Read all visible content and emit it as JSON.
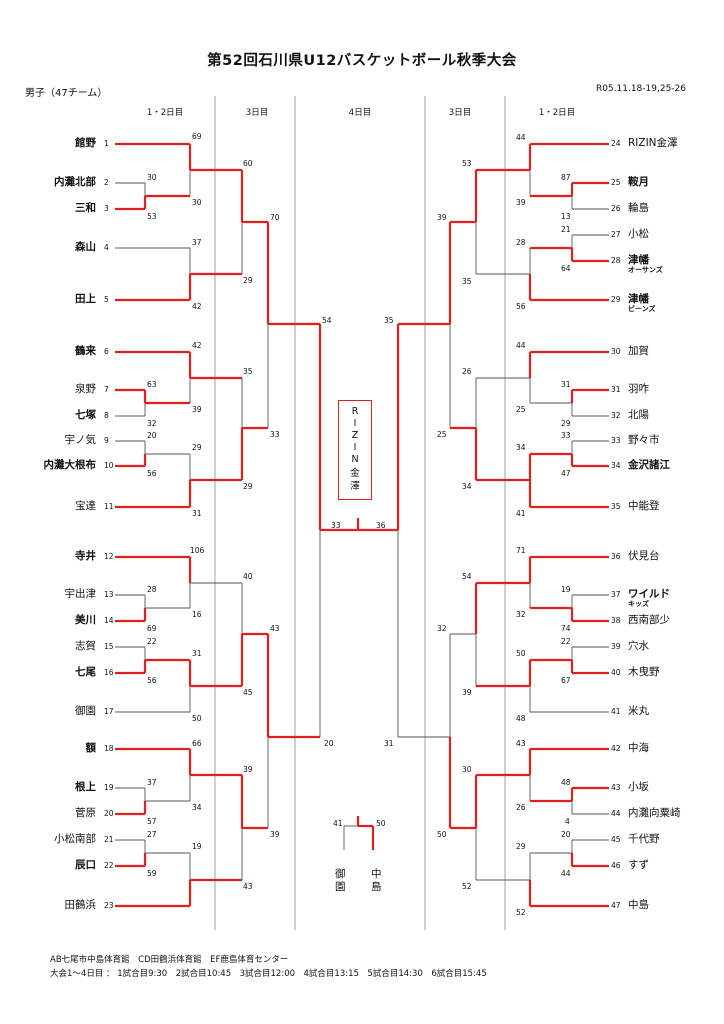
{
  "header": {
    "title": "第52回石川県U12バスケットボール秋季大会",
    "division": "男子（47チーム）",
    "dates": "R05.11.18-19,25-26"
  },
  "day_headers": [
    "1・2日目",
    "3日目",
    "4日目",
    "3日目",
    "1・2日目"
  ],
  "colors": {
    "winner_line": "#e02020",
    "line": "#555555",
    "divider": "#888888"
  },
  "teams_left": [
    {
      "no": "1",
      "name": "館野",
      "bold": true
    },
    {
      "no": "2",
      "name": "内灘北部",
      "bold": true
    },
    {
      "no": "3",
      "name": "三和",
      "bold": true
    },
    {
      "no": "4",
      "name": "森山",
      "bold": true
    },
    {
      "no": "5",
      "name": "田上",
      "bold": true
    },
    {
      "no": "6",
      "name": "鶴来",
      "bold": true
    },
    {
      "no": "7",
      "name": "泉野",
      "bold": false
    },
    {
      "no": "8",
      "name": "七塚",
      "bold": true
    },
    {
      "no": "9",
      "name": "宇ノ気",
      "bold": false
    },
    {
      "no": "10",
      "name": "内灘大根布",
      "bold": true
    },
    {
      "no": "11",
      "name": "宝達",
      "bold": false
    },
    {
      "no": "12",
      "name": "寺井",
      "bold": true
    },
    {
      "no": "13",
      "name": "宇出津",
      "bold": false
    },
    {
      "no": "14",
      "name": "美川",
      "bold": true
    },
    {
      "no": "15",
      "name": "志賀",
      "bold": false
    },
    {
      "no": "16",
      "name": "七尾",
      "bold": true
    },
    {
      "no": "17",
      "name": "御園",
      "bold": false
    },
    {
      "no": "18",
      "name": "額",
      "bold": true
    },
    {
      "no": "19",
      "name": "根上",
      "bold": true
    },
    {
      "no": "20",
      "name": "菅原",
      "bold": false
    },
    {
      "no": "21",
      "name": "小松南部",
      "bold": false
    },
    {
      "no": "22",
      "name": "辰口",
      "bold": true
    },
    {
      "no": "23",
      "name": "田鶴浜",
      "bold": false
    }
  ],
  "teams_right": [
    {
      "no": "24",
      "name": "RIZIN金澤",
      "sub": "",
      "bold": false
    },
    {
      "no": "25",
      "name": "鞍月",
      "sub": "",
      "bold": true
    },
    {
      "no": "26",
      "name": "輪島",
      "sub": "",
      "bold": false
    },
    {
      "no": "27",
      "name": "小松",
      "sub": "",
      "bold": false
    },
    {
      "no": "28",
      "name": "津幡",
      "sub": "オーサンズ",
      "bold": true
    },
    {
      "no": "29",
      "name": "津幡",
      "sub": "ビーンズ",
      "bold": true
    },
    {
      "no": "30",
      "name": "加賀",
      "sub": "",
      "bold": false
    },
    {
      "no": "31",
      "name": "羽咋",
      "sub": "",
      "bold": false
    },
    {
      "no": "32",
      "name": "北陽",
      "sub": "",
      "bold": false
    },
    {
      "no": "33",
      "name": "野々市",
      "sub": "",
      "bold": false
    },
    {
      "no": "34",
      "name": "金沢諸江",
      "sub": "",
      "bold": true
    },
    {
      "no": "35",
      "name": "中能登",
      "sub": "",
      "bold": false
    },
    {
      "no": "36",
      "name": "伏見台",
      "sub": "",
      "bold": false
    },
    {
      "no": "37",
      "name": "ワイルド",
      "sub": "キッズ",
      "bold": true
    },
    {
      "no": "38",
      "name": "西南部少",
      "sub": "",
      "bold": false
    },
    {
      "no": "39",
      "name": "穴水",
      "sub": "",
      "bold": false
    },
    {
      "no": "40",
      "name": "木曳野",
      "sub": "",
      "bold": false
    },
    {
      "no": "41",
      "name": "米丸",
      "sub": "",
      "bold": false
    },
    {
      "no": "42",
      "name": "中海",
      "sub": "",
      "bold": false
    },
    {
      "no": "43",
      "name": "小坂",
      "sub": "",
      "bold": false
    },
    {
      "no": "44",
      "name": "内灘向粟崎",
      "sub": "",
      "bold": false
    },
    {
      "no": "45",
      "name": "千代野",
      "sub": "",
      "bold": false
    },
    {
      "no": "46",
      "name": "すず",
      "sub": "",
      "bold": false
    },
    {
      "no": "47",
      "name": "中島",
      "sub": "",
      "bold": false
    }
  ],
  "scores": [
    "69",
    "30",
    "53",
    "30",
    "60",
    "37",
    "29",
    "42",
    "70",
    "54",
    "42",
    "63",
    "32",
    "39",
    "35",
    "20",
    "56",
    "29",
    "29",
    "31",
    "33",
    "106",
    "28",
    "69",
    "16",
    "40",
    "22",
    "56",
    "31",
    "50",
    "45",
    "43",
    "66",
    "37",
    "57",
    "34",
    "39",
    "27",
    "59",
    "19",
    "43",
    "39",
    "20",
    "33",
    "36",
    "44",
    "87",
    "13",
    "39",
    "53",
    "21",
    "64",
    "28",
    "35",
    "56",
    "39",
    "35",
    "44",
    "31",
    "29",
    "25",
    "26",
    "33",
    "47",
    "34",
    "34",
    "41",
    "25",
    "71",
    "19",
    "74",
    "32",
    "54",
    "22",
    "67",
    "50",
    "39",
    "48",
    "32",
    "43",
    "48",
    "4",
    "26",
    "30",
    "20",
    "44",
    "29",
    "50",
    "52",
    "52",
    "31"
  ],
  "center": {
    "label": [
      "R",
      "I",
      "Z",
      "I",
      "N",
      "金",
      "澤"
    ]
  },
  "third_place": {
    "left_score": "41",
    "right_score": "50",
    "left_team": [
      "御",
      "園"
    ],
    "right_team": [
      "中",
      "島"
    ]
  },
  "footer": {
    "venues": "AB七尾市中島体育館　CD田鶴浜体育館　EF鹿島体育センター",
    "schedule": "大会1～4日目 ： 1試合目9:30　2試合目10:45　3試合目12:00　4試合目13:15　5試合目14:30　6試合目15:45"
  }
}
